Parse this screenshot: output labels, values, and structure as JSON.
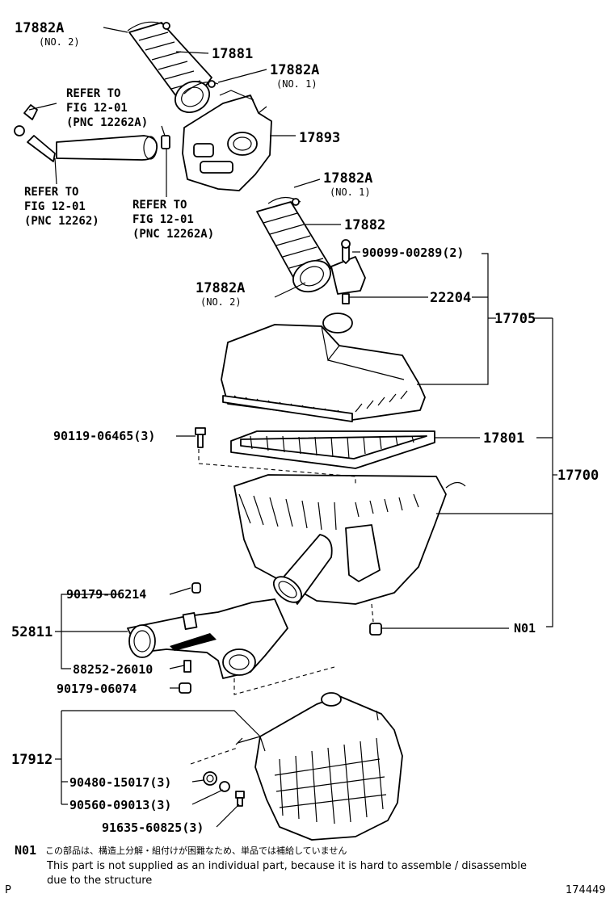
{
  "labels": {
    "p17882A_top": "17882A",
    "no2_top": "(NO. 2)",
    "p17881": "17881",
    "p17882A_a": "17882A",
    "no1_a": "(NO. 1)",
    "ref1_l1": "REFER TO",
    "ref1_l2": "FIG 12-01",
    "ref1_l3": "(PNC 12262A)",
    "p17893": "17893",
    "ref2_l1": "REFER TO",
    "ref2_l2": "FIG 12-01",
    "ref2_l3": "(PNC 12262)",
    "ref3_l1": "REFER TO",
    "ref3_l2": "FIG 12-01",
    "ref3_l3": "(PNC 12262A)",
    "p17882A_b": "17882A",
    "no1_b": "(NO. 1)",
    "p17882": "17882",
    "p90099": "90099-00289(2)",
    "p17882A_c": "17882A",
    "no2_c": "(NO. 2)",
    "p22204": "22204",
    "p17705": "17705",
    "p90119": "90119-06465(3)",
    "p17801": "17801",
    "p17700": "17700",
    "p90179a": "90179-06214",
    "p52811": "52811",
    "n01_label": "N01",
    "p88252": "88252-26010",
    "p90179b": "90179-06074",
    "p17912": "17912",
    "p90480": "90480-15017(3)",
    "p90560": "90560-09013(3)",
    "p91635": "91635-60825(3)"
  },
  "footer": {
    "note_code": "N01",
    "note_jp": "この部品は、構造上分解・組付けが困難なため、単品では補給していません",
    "note_en_l1": "This part is not supplied as an individual part, because it is hard to assemble / disassemble",
    "note_en_l2": "due to the structure",
    "corner_left": "P",
    "figure_no": "174449"
  }
}
